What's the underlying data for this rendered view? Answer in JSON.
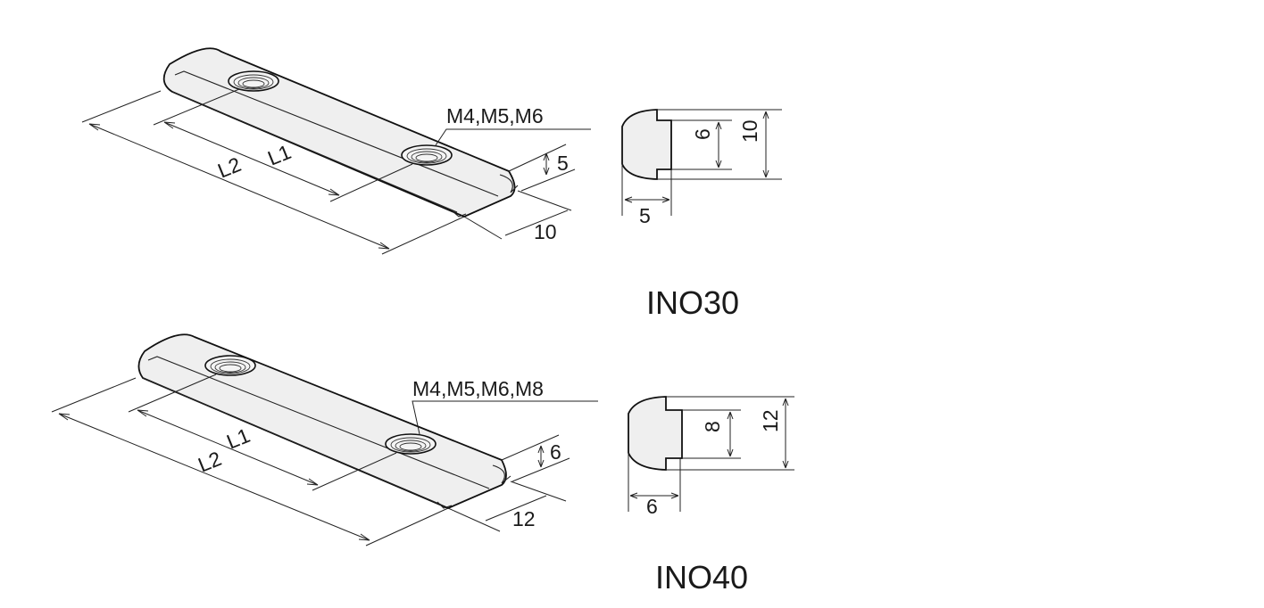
{
  "parts": [
    {
      "model": "INO30",
      "thread_sizes": "M4,M5,M6",
      "label_l1": "L1",
      "label_l2": "L2",
      "height_dim": "5",
      "width_dim": "10",
      "profile_inner_height": "6",
      "profile_outer_height": "10",
      "profile_width": "5"
    },
    {
      "model": "INO40",
      "thread_sizes": "M4,M5,M6,M8",
      "label_l1": "L1",
      "label_l2": "L2",
      "height_dim": "6",
      "width_dim": "12",
      "profile_inner_height": "8",
      "profile_outer_height": "12",
      "profile_width": "6"
    }
  ]
}
